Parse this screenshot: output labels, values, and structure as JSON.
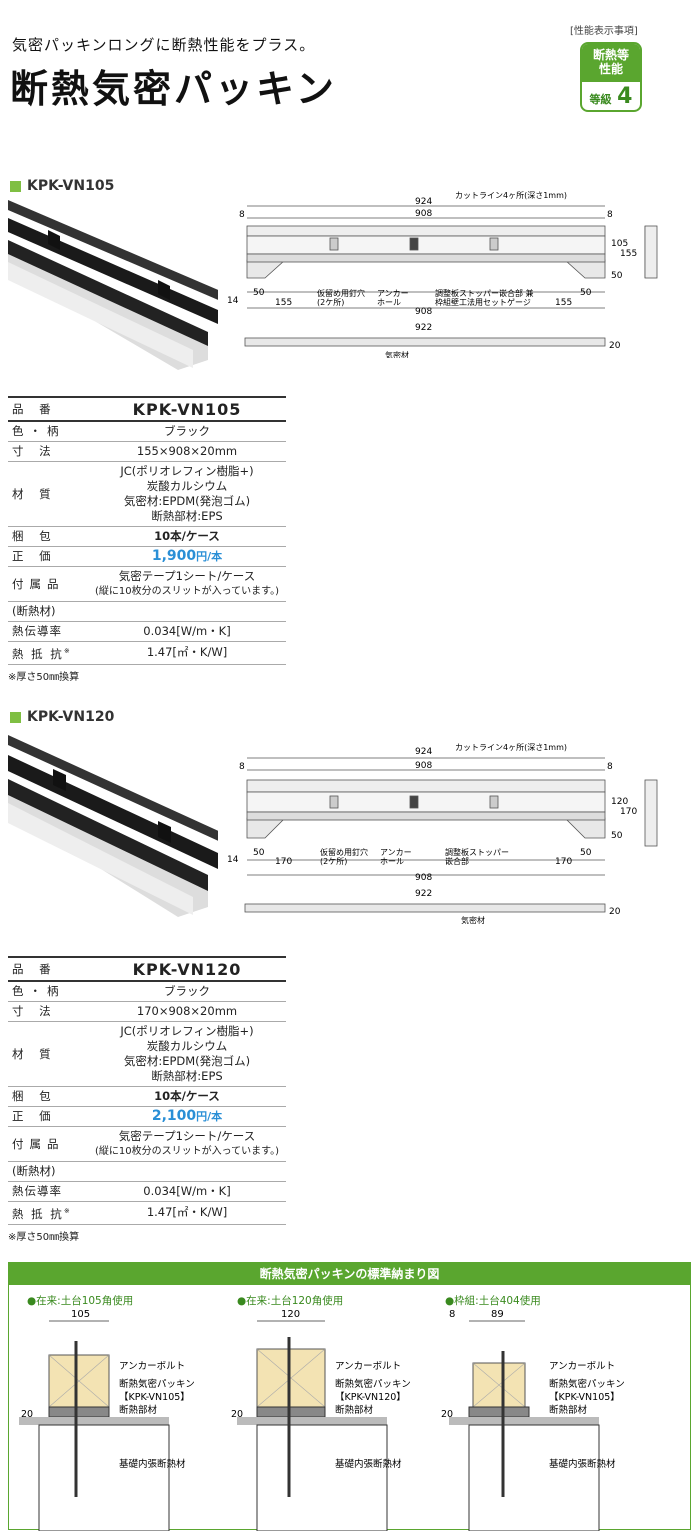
{
  "header": {
    "subtitle": "気密パッキンロングに断熱性能をプラス。",
    "title": "断熱気密パッキン",
    "badge_caption": "[性能表示事項]",
    "badge_top": "断熱等\n性能",
    "badge_grade_label": "等級",
    "badge_grade_value": "4"
  },
  "colors": {
    "accent_green": "#5aa62f",
    "price_blue": "#2a8fd6"
  },
  "products": [
    {
      "heading": "KPK-VN105",
      "drawing": {
        "dim_924": "924",
        "dim_908_top": "908",
        "dim_8_left": "8",
        "dim_8_right": "8",
        "cut_line": "カットライン4ヶ所(深さ1mm)",
        "dim_105": "105",
        "dim_155_right": "155",
        "dim_50_right": "50",
        "dim_14": "14",
        "dim_50_a": "50",
        "dim_155_a": "155",
        "dim_50_b": "50",
        "dim_155_b": "155",
        "nail_hole": "仮留め用釘穴\n(2ケ所)",
        "anchor": "アンカー\nホール",
        "adjust": "調整板ストッパー嵌合部 兼\n枠組壁工法用セットゲージ",
        "dim_908_bottom": "908",
        "dim_922": "922",
        "airtight": "気密材",
        "dim_20": "20"
      },
      "spec": {
        "hinban_label": "品 番",
        "hinban": "KPK-VN105",
        "color_label": "色・柄",
        "color": "ブラック",
        "size_label": "寸 法",
        "size": "155×908×20mm",
        "material_label": "材 質",
        "material_jc": "JC",
        "material_1": "ポリオレフィン樹脂+",
        "material_2": "炭酸カルシウム",
        "material_3": "気密材:EPDM(発泡ゴム)",
        "material_4": "断熱部材:EPS",
        "pack_label": "梱 包",
        "pack": "10本/ケース",
        "price_label": "正 価",
        "price": "1,900",
        "price_unit": "円/本",
        "acc_label": "付属品",
        "acc_1": "気密テープ1シート/ケース",
        "acc_2": "(縦に10枚分のスリットが入っています。)",
        "insul_label": "(断熱材)",
        "cond_label": "熱伝導率",
        "cond": "0.034[W/m・K]",
        "res_label": "熱 抵 抗",
        "res_mark": "※",
        "res": "1.47[㎡・K/W]"
      },
      "note": "※厚さ50㎜換算"
    },
    {
      "heading": "KPK-VN120",
      "drawing": {
        "dim_924": "924",
        "dim_908_top": "908",
        "dim_8_left": "8",
        "dim_8_right": "8",
        "cut_line": "カットライン4ヶ所(深さ1mm)",
        "dim_120": "120",
        "dim_170_right": "170",
        "dim_50_right": "50",
        "dim_14": "14",
        "dim_50_a": "50",
        "dim_170_a": "170",
        "dim_50_b": "50",
        "dim_170_b": "170",
        "nail_hole": "仮留め用釘穴\n(2ケ所)",
        "anchor": "アンカー\nホール",
        "adjust": "調整板ストッパー\n嵌合部",
        "dim_908_bottom": "908",
        "dim_922": "922",
        "airtight": "気密材",
        "dim_20": "20"
      },
      "spec": {
        "hinban_label": "品 番",
        "hinban": "KPK-VN120",
        "color_label": "色・柄",
        "color": "ブラック",
        "size_label": "寸 法",
        "size": "170×908×20mm",
        "material_label": "材 質",
        "material_jc": "JC",
        "material_1": "ポリオレフィン樹脂+",
        "material_2": "炭酸カルシウム",
        "material_3": "気密材:EPDM(発泡ゴム)",
        "material_4": "断熱部材:EPS",
        "pack_label": "梱 包",
        "pack": "10本/ケース",
        "price_label": "正 価",
        "price": "2,100",
        "price_unit": "円/本",
        "acc_label": "付属品",
        "acc_1": "気密テープ1シート/ケース",
        "acc_2": "(縦に10枚分のスリットが入っています。)",
        "insul_label": "(断熱材)",
        "cond_label": "熱伝導率",
        "cond": "0.034[W/m・K]",
        "res_label": "熱 抵 抗",
        "res_mark": "※",
        "res": "1.47[㎡・K/W]"
      },
      "note": "※厚さ50㎜換算"
    }
  ],
  "install": {
    "heading": "断熱気密パッキンの標準納まり図",
    "diagrams": [
      {
        "caption": "●在来:土台105角使用",
        "width": "105",
        "bolt": "アンカーボルト",
        "packing": "断熱気密パッキン",
        "model": "【KPK-VN105】",
        "insul": "断熱部材",
        "dim": "20",
        "base": "基礎内張断熱材"
      },
      {
        "caption": "●在来:土台120角使用",
        "width": "120",
        "bolt": "アンカーボルト",
        "packing": "断熱気密パッキン",
        "model": "【KPK-VN120】",
        "insul": "断熱部材",
        "dim": "20",
        "base": "基礎内張断熱材"
      },
      {
        "caption": "●枠組:土台404使用",
        "width": "89",
        "offset": "8",
        "bolt": "アンカーボルト",
        "packing": "断熱気密パッキン",
        "model": "【KPK-VN105】",
        "insul": "断熱部材",
        "dim": "20",
        "base": "基礎内張断熱材"
      }
    ]
  }
}
